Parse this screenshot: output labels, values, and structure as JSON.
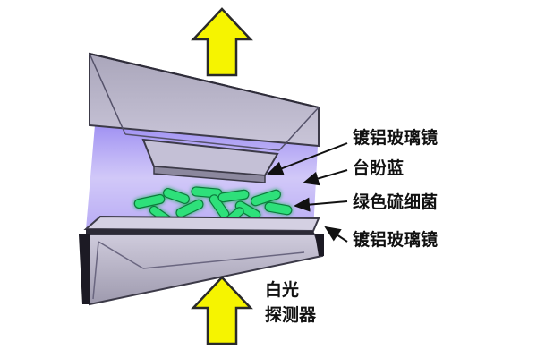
{
  "labels": {
    "top_mirror": "镀铝玻璃镜",
    "dye": "台盼蓝",
    "bacteria": "绿色硫细菌",
    "bottom_mirror": "镀铝玻璃镜",
    "detector_line1": "白光",
    "detector_line2": "探测器"
  },
  "colors": {
    "arrow_fill": "#f6f400",
    "cavity_light": "#b9a8f2",
    "frame_fill": "#b8b4c8",
    "frame_stroke": "#3c3a48",
    "bacteria_green": "#2fe07a",
    "label_text": "#111111"
  }
}
